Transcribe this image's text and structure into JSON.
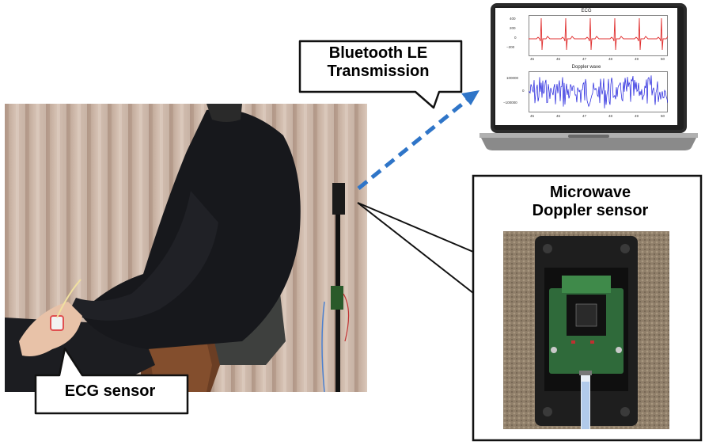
{
  "callouts": {
    "bluetooth": [
      "Bluetooth LE",
      "Transmission"
    ],
    "ecg_sensor": "ECG sensor",
    "microwave": [
      "Microwave",
      "Doppler sensor"
    ]
  },
  "laptop_screen": {
    "ecg_plot": {
      "title": "ECG",
      "y_ticks": [
        "400",
        "200",
        "0",
        "−200"
      ],
      "x_ticks": [
        "45",
        "46",
        "47",
        "48",
        "49",
        "50"
      ],
      "color": "#e03030"
    },
    "doppler_plot": {
      "title": "Doppler wave",
      "y_ticks": [
        "100000",
        "0",
        "−100000"
      ],
      "x_ticks": [
        "45",
        "46",
        "47",
        "48",
        "49",
        "50"
      ],
      "color": "#1a1adc"
    }
  },
  "colors": {
    "arrow": "#2f75c8",
    "curtain": "#c9b2a3",
    "sweater": "#17181c",
    "sensor_board": "#2f6a3a"
  }
}
